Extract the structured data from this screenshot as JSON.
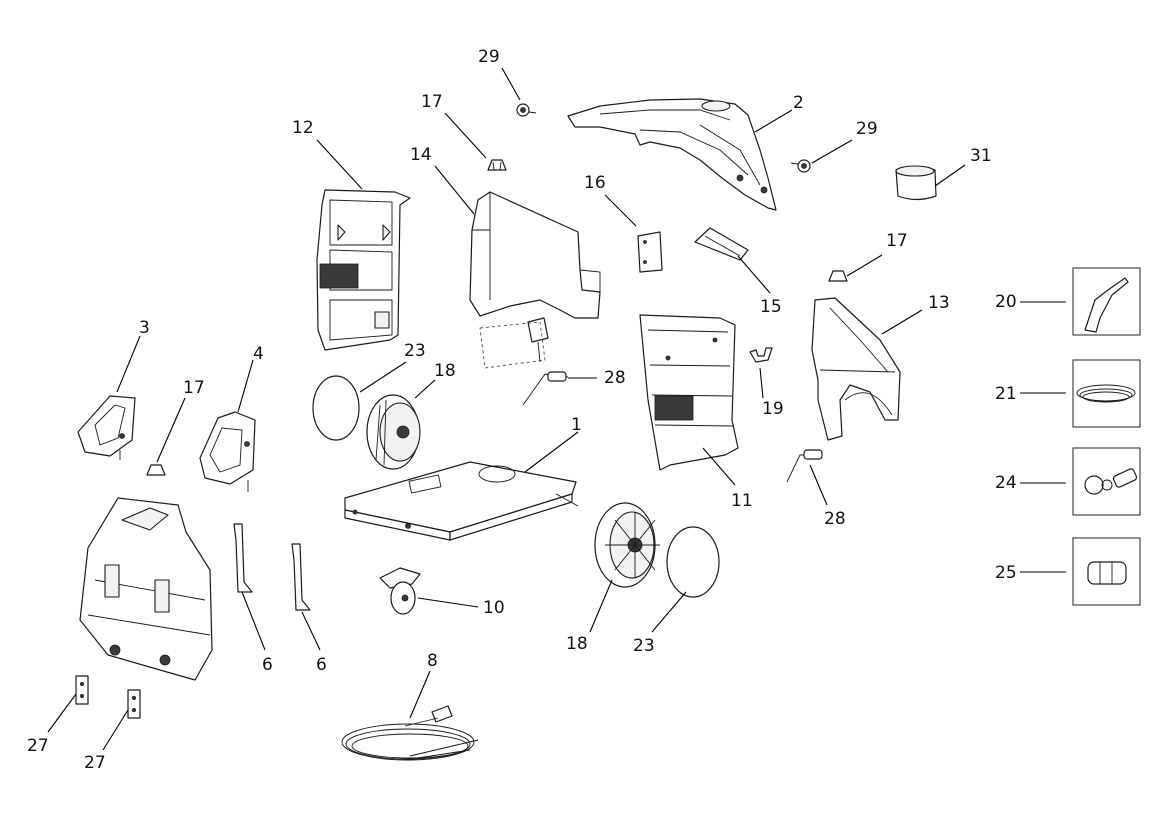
{
  "callouts": {
    "c1": "1",
    "c2": "2",
    "c3": "3",
    "c4": "4",
    "c6a": "6",
    "c6b": "6",
    "c8": "8",
    "c10": "10",
    "c11": "11",
    "c12": "12",
    "c13": "13",
    "c14": "14",
    "c15": "15",
    "c16": "16",
    "c17a": "17",
    "c17b": "17",
    "c17c": "17",
    "c18a": "18",
    "c18b": "18",
    "c19": "19",
    "c20": "20",
    "c21": "21",
    "c23a": "23",
    "c23b": "23",
    "c24": "24",
    "c25": "25",
    "c27a": "27",
    "c27b": "27",
    "c28a": "28",
    "c28b": "28",
    "c29a": "29",
    "c29b": "29",
    "c31": "31"
  }
}
